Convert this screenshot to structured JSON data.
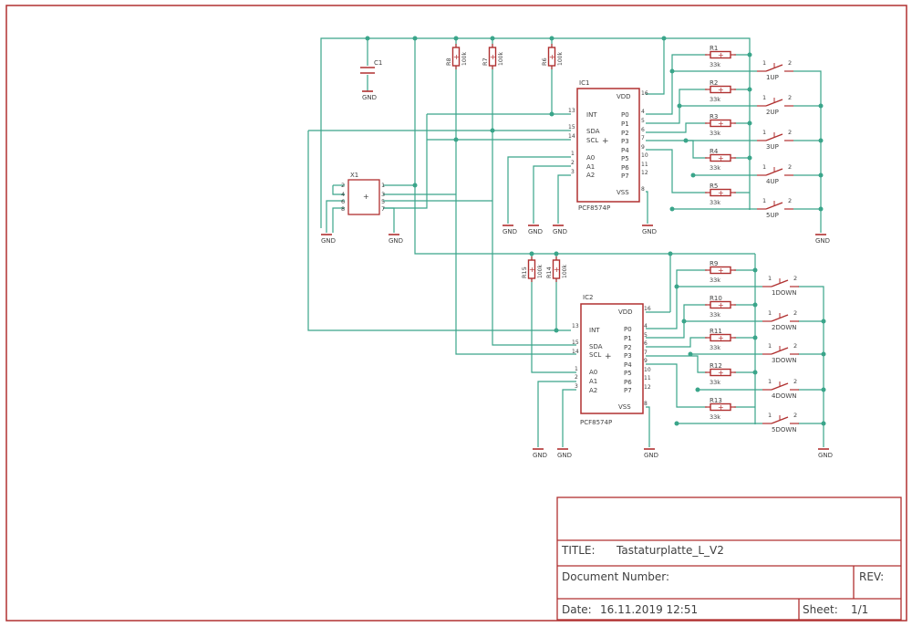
{
  "schematic": {
    "ic1": {
      "name": "IC1",
      "part": "PCF8574P",
      "pins_left": [
        "INT",
        "SDA",
        "SCL",
        "A0",
        "A1",
        "A2"
      ],
      "pins_left_num": [
        "13",
        "15",
        "14",
        "1",
        "2",
        "3"
      ],
      "pins_right": [
        "VDD",
        "P0",
        "P1",
        "P2",
        "P3",
        "P4",
        "P5",
        "P6",
        "P7",
        "VSS"
      ],
      "pins_right_num": [
        "16",
        "4",
        "5",
        "6",
        "7",
        "9",
        "10",
        "11",
        "12",
        "8"
      ]
    },
    "ic2": {
      "name": "IC2",
      "part": "PCF8574P",
      "pins_left": [
        "INT",
        "SDA",
        "SCL",
        "A0",
        "A1",
        "A2"
      ],
      "pins_left_num": [
        "13",
        "15",
        "14",
        "1",
        "2",
        "3"
      ],
      "pins_right": [
        "VDD",
        "P0",
        "P1",
        "P2",
        "P3",
        "P4",
        "P5",
        "P6",
        "P7",
        "VSS"
      ],
      "pins_right_num": [
        "16",
        "4",
        "5",
        "6",
        "7",
        "9",
        "10",
        "11",
        "12",
        "8"
      ]
    },
    "c1": {
      "name": "C1"
    },
    "x1": {
      "name": "X1",
      "pins_left": [
        "2",
        "4",
        "6",
        "8"
      ],
      "pins_right": [
        "1",
        "3",
        "5",
        "7"
      ]
    },
    "pullups": [
      {
        "name": "R8",
        "value": "100k"
      },
      {
        "name": "R7",
        "value": "100k"
      },
      {
        "name": "R6",
        "value": "100k"
      },
      {
        "name": "R15",
        "value": "100k"
      },
      {
        "name": "R14",
        "value": "100k"
      }
    ],
    "up_resistors": [
      {
        "name": "R1",
        "value": "33k"
      },
      {
        "name": "R2",
        "value": "33k"
      },
      {
        "name": "R3",
        "value": "33k"
      },
      {
        "name": "R4",
        "value": "33k"
      },
      {
        "name": "R5",
        "value": "33k"
      }
    ],
    "down_resistors": [
      {
        "name": "R9",
        "value": "33k"
      },
      {
        "name": "R10",
        "value": "33k"
      },
      {
        "name": "R11",
        "value": "33k"
      },
      {
        "name": "R12",
        "value": "33k"
      },
      {
        "name": "R13",
        "value": "33k"
      }
    ],
    "up_switches": [
      "1UP",
      "2UP",
      "3UP",
      "4UP",
      "5UP"
    ],
    "down_switches": [
      "1DOWN",
      "2DOWN",
      "3DOWN",
      "4DOWN",
      "5DOWN"
    ],
    "switch_pin_1": "1",
    "switch_pin_2": "2",
    "gnd_label": "GND"
  },
  "title_block": {
    "title_label": "TITLE:",
    "title_value": "Tastaturplatte_L_V2",
    "docnum_label": "Document Number:",
    "rev_label": "REV:",
    "date_label": "Date:",
    "date_value": "16.11.2019 12:51",
    "sheet_label": "Sheet:",
    "sheet_value": "1/1"
  },
  "colors": {
    "frame": "#b03030",
    "wire": "#3aa58a",
    "part": "#b03030",
    "text": "#404040"
  }
}
